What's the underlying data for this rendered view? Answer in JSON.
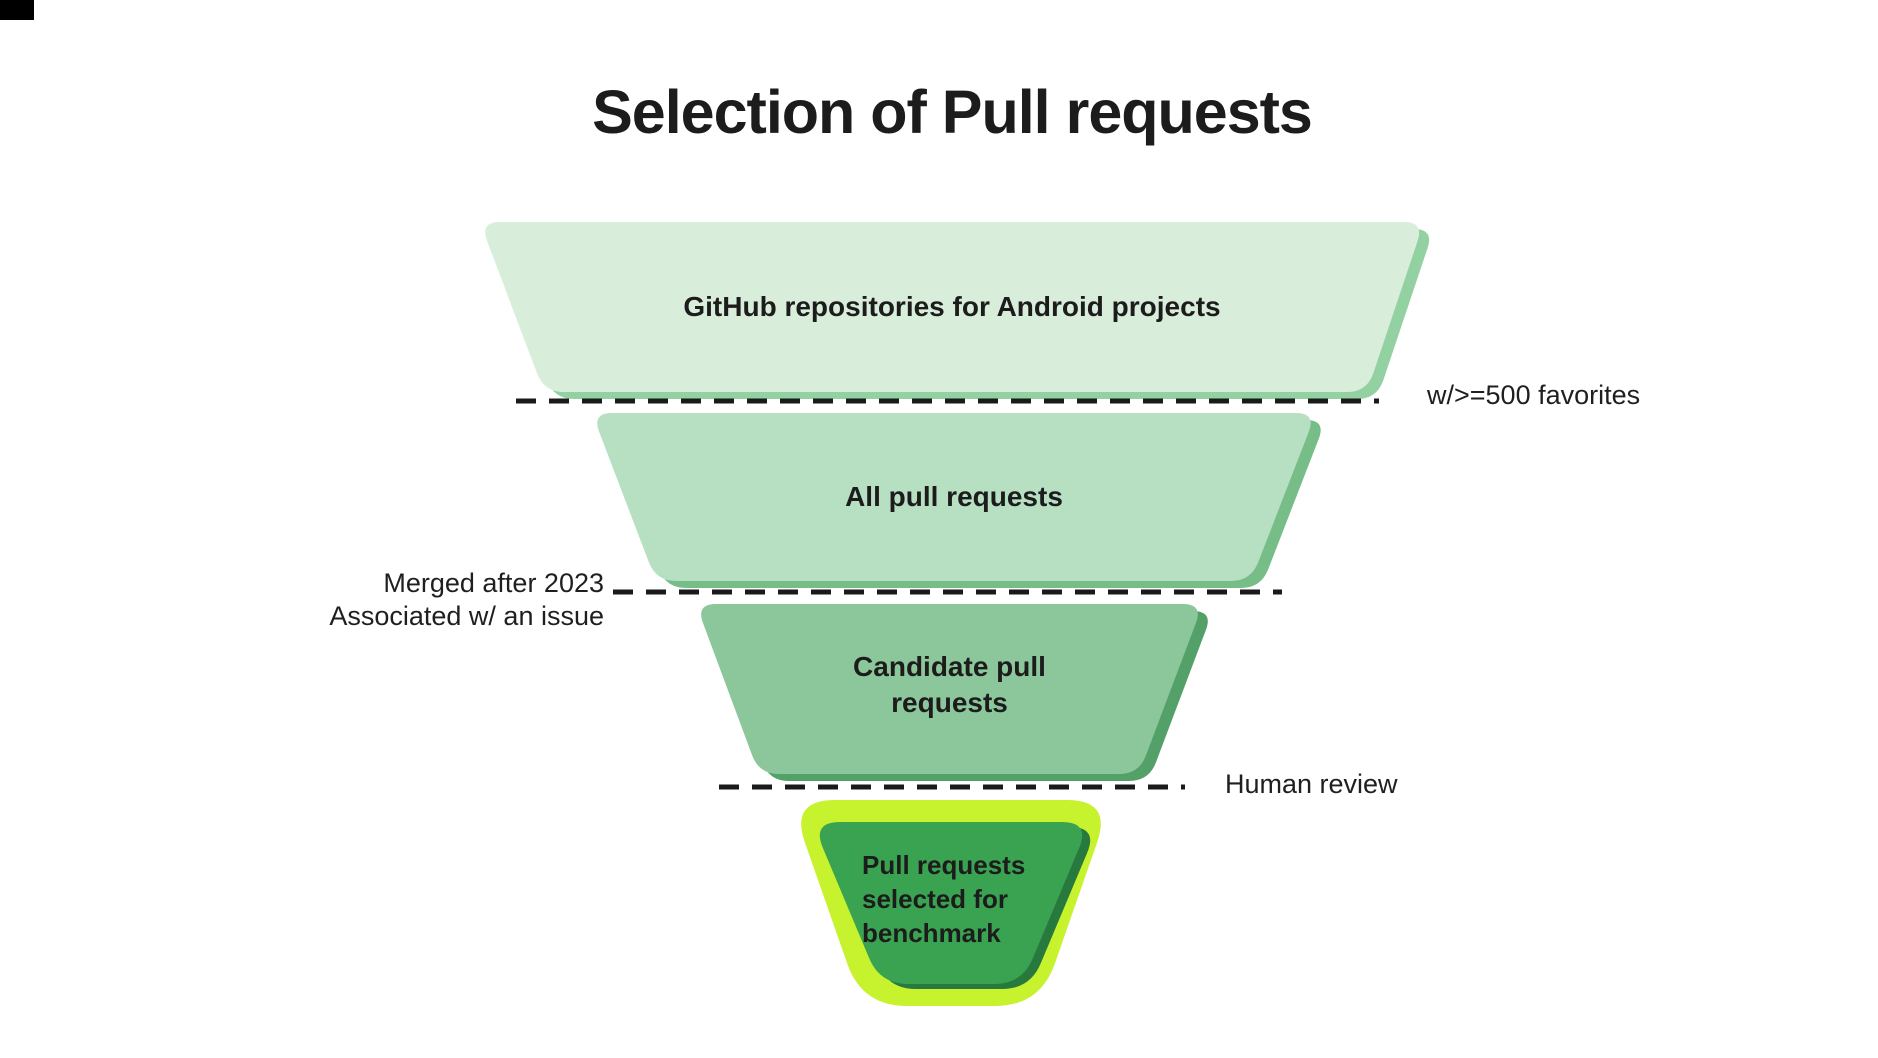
{
  "title": "Selection of Pull requests",
  "palette": {
    "stage1_fill": "#d8edda",
    "stage1_shadow": "#93d0a2",
    "stage2_fill": "#b7dfc1",
    "stage2_shadow": "#76bd88",
    "stage3_fill": "#8cc79b",
    "stage3_shadow": "#53a068",
    "stage4_fill": "#3aa352",
    "stage4_shadow": "#28793e",
    "stage4_outline": "#c6f22e",
    "dashed_line": "#1a1a1a",
    "text": "#1c1c1c"
  },
  "funnel": {
    "stages": [
      {
        "name": "github-repositories",
        "lines": [
          "GitHub repositories for Android projects"
        ]
      },
      {
        "name": "all-pull-requests",
        "lines": [
          "All pull requests"
        ]
      },
      {
        "name": "candidate-pull-requests",
        "lines": [
          "Candidate pull",
          "requests"
        ]
      },
      {
        "name": "selected-for-benchmark",
        "lines": [
          "Pull requests",
          "selected for",
          "benchmark"
        ]
      }
    ],
    "filters": [
      {
        "lines": [
          "w/>=500 favorites"
        ],
        "position": "right"
      },
      {
        "lines": [
          "Merged after 2023",
          "Associated w/ an issue"
        ],
        "position": "left"
      },
      {
        "lines": [
          "Human review"
        ],
        "position": "right"
      }
    ]
  }
}
